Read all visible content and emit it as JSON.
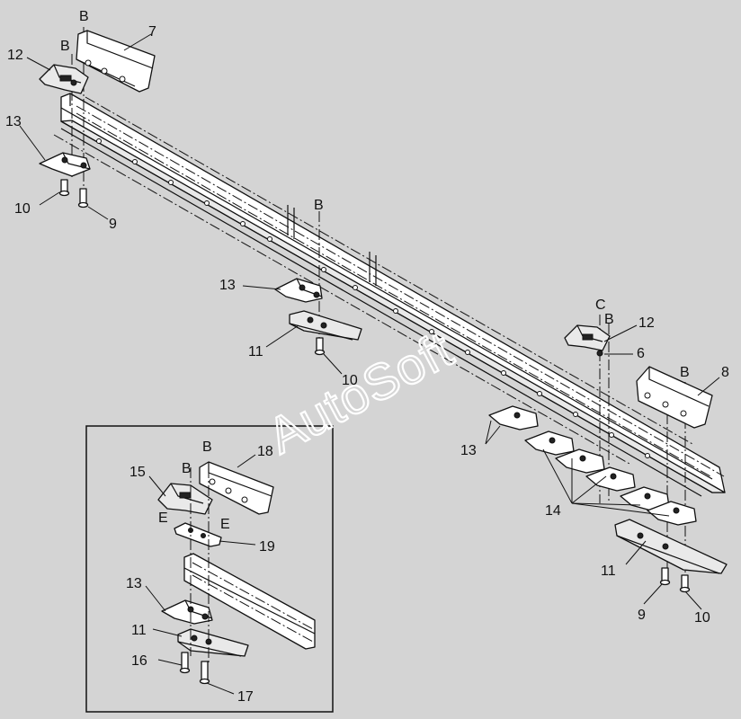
{
  "callouts": {
    "c7": "7",
    "c12a": "12",
    "c13a": "13",
    "c10a": "10",
    "c9a": "9",
    "c13b": "13",
    "c11a": "11",
    "c10b": "10",
    "c12b": "12",
    "c6": "6",
    "c8": "8",
    "c13c": "13",
    "c14": "14",
    "c11b": "11",
    "c9b": "9",
    "c10c": "10",
    "c18": "18",
    "c15": "15",
    "c19": "19",
    "c13d": "13",
    "c11c": "11",
    "c16": "16",
    "c17": "17"
  },
  "refs": {
    "b1": "B",
    "b2": "B",
    "b3": "B",
    "b4": "B",
    "b5": "B",
    "b6": "B",
    "b7": "B",
    "c1": "C",
    "e1": "E",
    "e2": "E"
  },
  "watermark": "AutoSoft"
}
